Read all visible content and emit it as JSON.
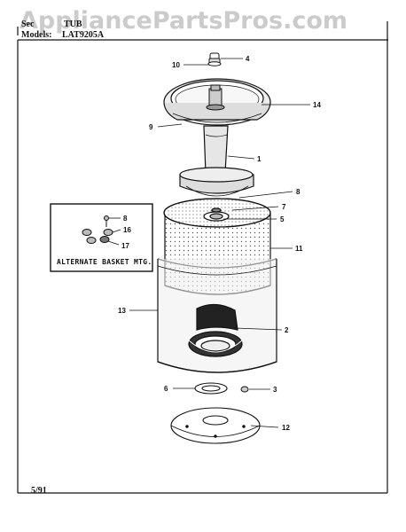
{
  "watermark": "AppliancePartsPros.com",
  "header": {
    "section_label": "Sec",
    "section_value": "TUB",
    "models_label": "Models:",
    "models_value": "LAT9205A"
  },
  "footer": {
    "date": "5/91"
  },
  "inset": {
    "caption": "ALTERNATE BASKET MTG."
  },
  "callouts": [
    {
      "id": "10",
      "text": "10"
    },
    {
      "id": "4",
      "text": "4"
    },
    {
      "id": "14",
      "text": "14"
    },
    {
      "id": "9",
      "text": "9"
    },
    {
      "id": "1",
      "text": "1"
    },
    {
      "id": "8",
      "text": "8"
    },
    {
      "id": "7",
      "text": "7"
    },
    {
      "id": "5",
      "text": "5"
    },
    {
      "id": "11",
      "text": "11"
    },
    {
      "id": "13",
      "text": "13"
    },
    {
      "id": "2",
      "text": "2"
    },
    {
      "id": "6",
      "text": "6"
    },
    {
      "id": "3",
      "text": "3"
    },
    {
      "id": "12",
      "text": "12"
    },
    {
      "id": "inset-8",
      "text": "8"
    },
    {
      "id": "inset-16",
      "text": "16"
    },
    {
      "id": "inset-17",
      "text": "17"
    }
  ]
}
